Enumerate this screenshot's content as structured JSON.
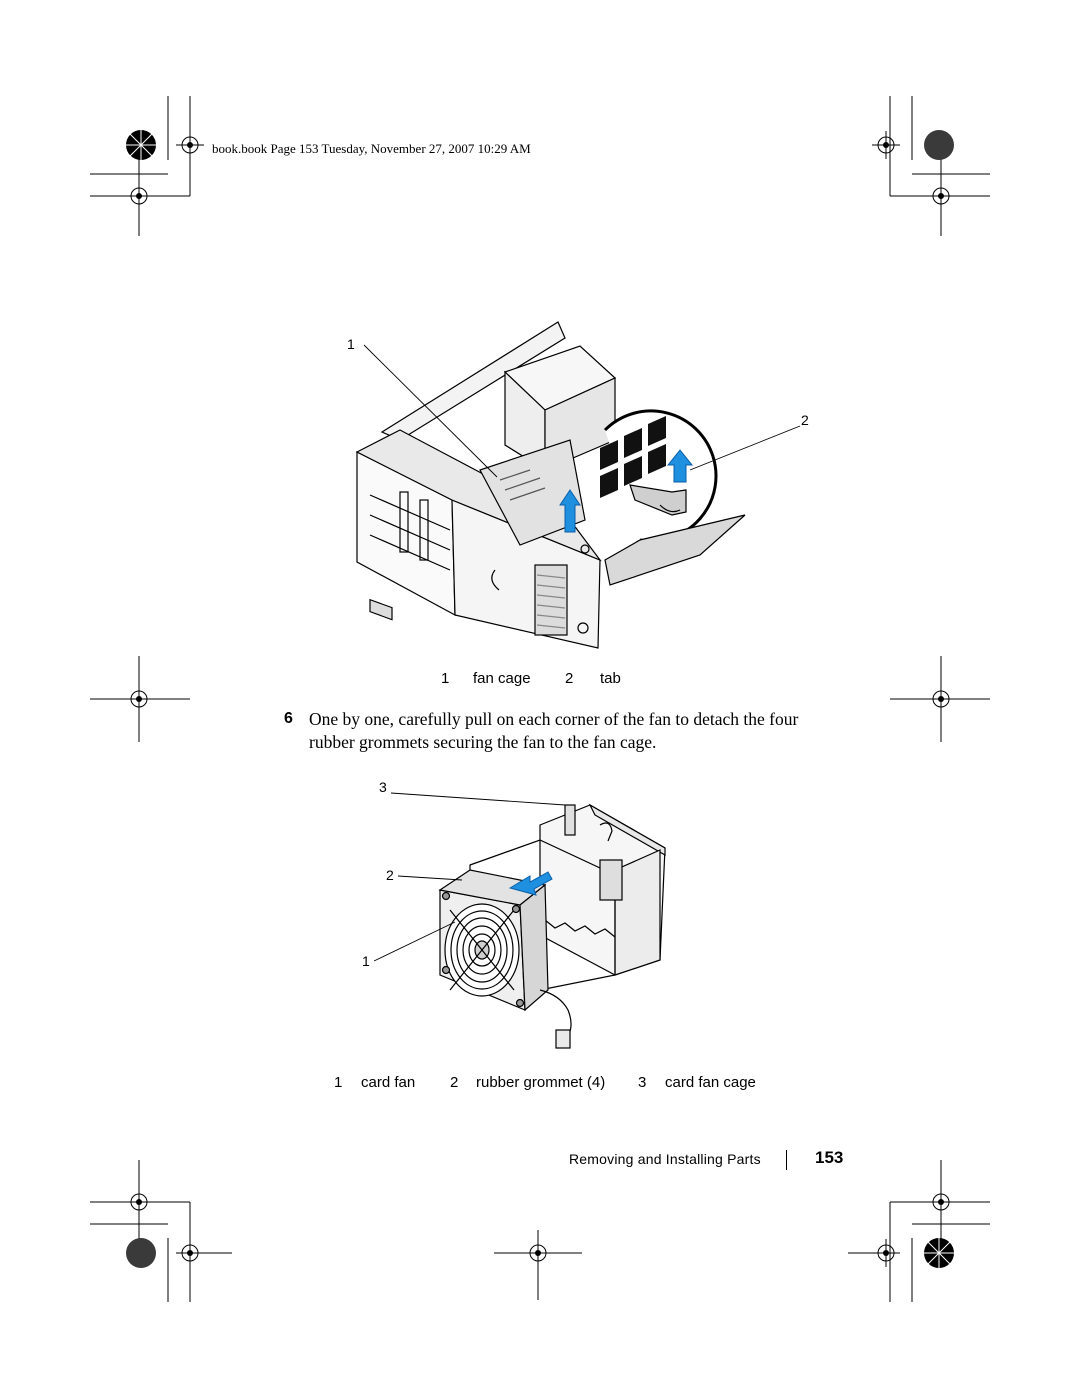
{
  "header": {
    "running_head": "book.book  Page 153  Tuesday, November 27, 2007  10:29 AM"
  },
  "figure1": {
    "callouts": [
      "1",
      "2"
    ],
    "legend": [
      {
        "num": "1",
        "label": "fan cage"
      },
      {
        "num": "2",
        "label": "tab"
      }
    ]
  },
  "step": {
    "number": "6",
    "text": "One by one, carefully pull on each corner of the fan to detach the four rubber grommets securing the fan to the fan cage."
  },
  "figure2": {
    "callouts": [
      "3",
      "2",
      "1"
    ],
    "legend": [
      {
        "num": "1",
        "label": "card fan"
      },
      {
        "num": "2",
        "label": "rubber grommet (4)"
      },
      {
        "num": "3",
        "label": "card fan cage"
      }
    ]
  },
  "footer": {
    "section_title": "Removing and Installing Parts",
    "page_number": "153"
  },
  "colors": {
    "arrow_blue": "#1f8fe0",
    "ink": "#000000"
  }
}
